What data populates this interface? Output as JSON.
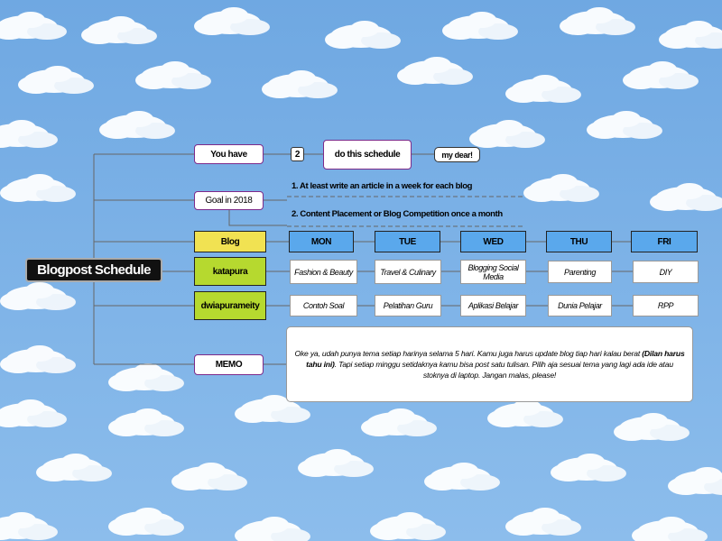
{
  "root": "Blogpost Schedule",
  "topic_you_have": "You have",
  "topic_number": "2",
  "topic_do_schedule": "do this schedule",
  "topic_my_dear": "my dear!",
  "goal_label": "Goal in 2018",
  "goals": [
    "1. At least write an article in a week for each blog",
    "2. Content Placement or Blog Competition once a month"
  ],
  "blog_label": "Blog",
  "days": [
    "MON",
    "TUE",
    "WED",
    "THU",
    "FRI"
  ],
  "blogs": [
    {
      "name": "katapura",
      "items": [
        "Fashion & Beauty",
        "Travel & Culinary",
        "Blogging Social Media",
        "Parenting",
        "DIY"
      ]
    },
    {
      "name": "dwiapurameity",
      "items": [
        "Contoh Soal",
        "Pelatihan Guru",
        "Aplikasi Belajar",
        "Dunia Pelajar",
        "RPP"
      ]
    }
  ],
  "memo_label": "MEMO",
  "memo": {
    "part1": "Oke ya, udah punya tema setiap harinya selama 5 hari. Kamu juga harus update blog tiap hari kalau berat ",
    "bold": "(Dilan harus tahu ini)",
    "part2": ". Tapi setiap minggu setidaknya kamu bisa post satu tulisan. Pilih aja sesuai tema yang lagi ada ide atau stoknya di laptop. Jangan malas, please!"
  },
  "colors": {
    "sky": "#7fb4e8",
    "day_header": "#5aa8ec",
    "blog_header": "#f1e252",
    "blog_name": "#b6d92f",
    "border": "#7d2a8a"
  }
}
